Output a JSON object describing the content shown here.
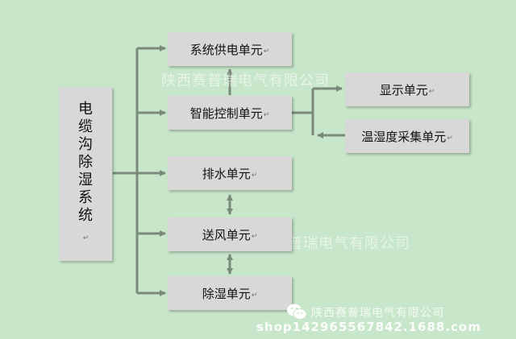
{
  "root": {
    "label": "电缆沟除湿系统",
    "mark": "↵"
  },
  "units": [
    {
      "key": "power",
      "label": "系统供电单元"
    },
    {
      "key": "control",
      "label": "智能控制单元"
    },
    {
      "key": "drain",
      "label": "排水单元"
    },
    {
      "key": "supply",
      "label": "送风单元"
    },
    {
      "key": "dehum",
      "label": "除湿单元"
    }
  ],
  "sub_units": [
    {
      "key": "display",
      "label": "显示单元"
    },
    {
      "key": "sensor",
      "label": "温湿度采集单元"
    }
  ],
  "mark": "↵",
  "watermarks": {
    "company": "陕西赛普瑞电气有限公司",
    "url": "shop142965567842.1688.com"
  },
  "colors": {
    "background": "#c8e6c9",
    "box": "#d8d8d8",
    "arrow": "#7a8a7a"
  }
}
